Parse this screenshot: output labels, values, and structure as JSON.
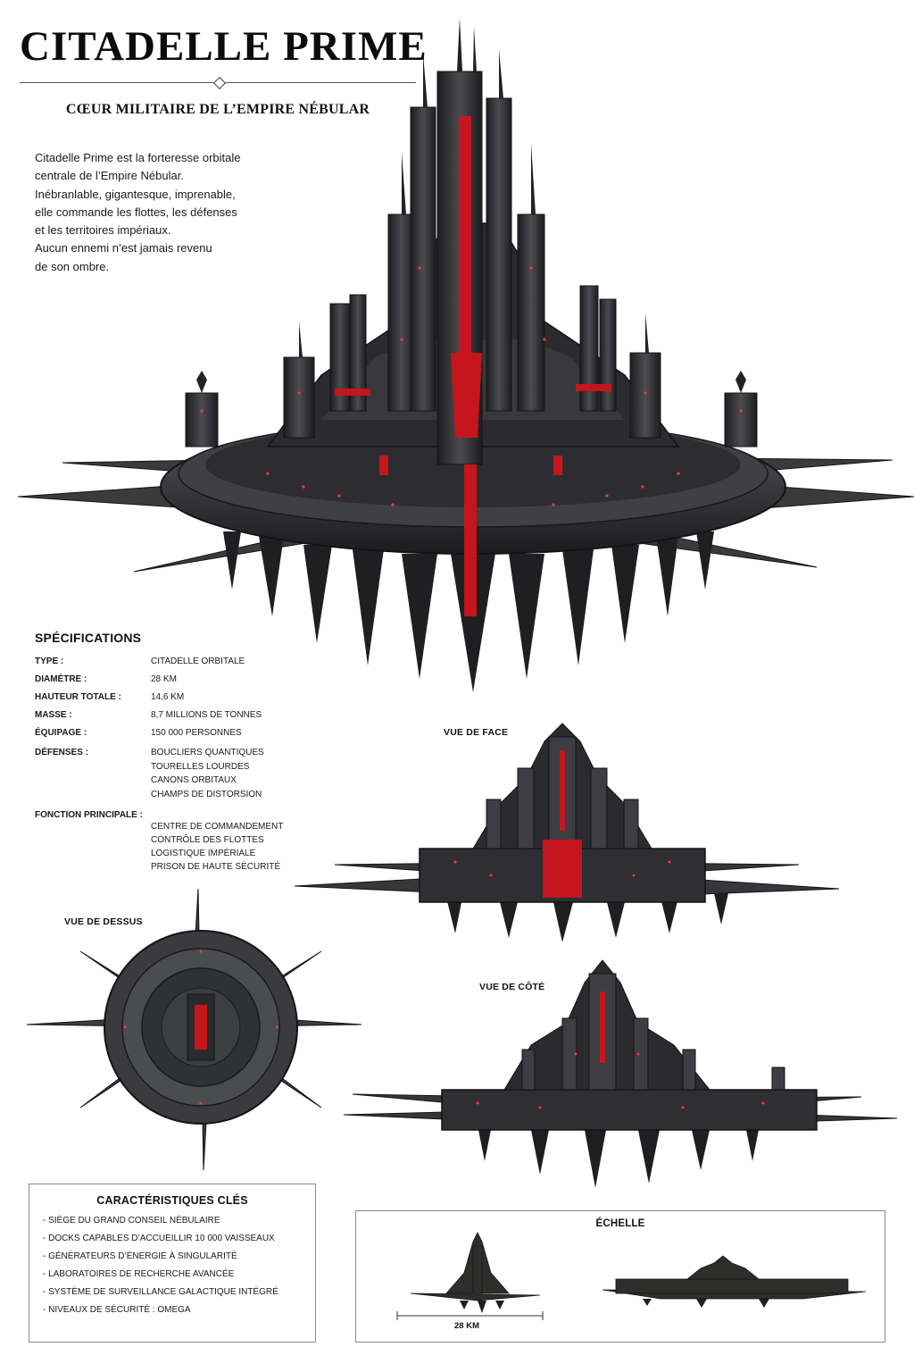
{
  "header": {
    "title": "CITADELLE PRIME",
    "subtitle": "CŒUR MILITAIRE DE L’EMPIRE NÉBULAR"
  },
  "intro": {
    "lines": [
      "Citadelle Prime est la forteresse orbitale",
      "centrale de l’Empire Nébular.",
      "Inébranlable, gigantesque, imprenable,",
      "elle commande les flottes, les défenses",
      "et les territoires impériaux.",
      "Aucun ennemi n’est jamais revenu",
      "de son ombre."
    ]
  },
  "specifications": {
    "title": "SPÉCIFICATIONS",
    "rows": [
      {
        "label": "TYPE :",
        "value": "CITADELLE ORBITALE"
      },
      {
        "label": "DIAMÈTRE :",
        "value": "28 KM"
      },
      {
        "label": "HAUTEUR TOTALE :",
        "value": "14,6 KM"
      },
      {
        "label": "MASSE :",
        "value": "8,7 MILLIONS DE TONNES"
      },
      {
        "label": "ÉQUIPAGE :",
        "value": "150 000 PERSONNES"
      }
    ],
    "defenses": {
      "label": "DÉFENSES :",
      "values": [
        "BOUCLIERS QUANTIQUES",
        "TOURELLES LOURDES",
        "CANONS ORBITAUX",
        "CHAMPS DE DISTORSION"
      ]
    },
    "function": {
      "label": "FONCTION PRINCIPALE :",
      "values": [
        "CENTRE DE COMMANDEMENT",
        "CONTRÔLE DES FLOTTES",
        "LOGISTIQUE IMPÉRIALE",
        "PRISON DE HAUTE SÉCURITÉ"
      ]
    }
  },
  "views": {
    "front": "VUE DE FACE",
    "top": "VUE DE DESSUS",
    "side": "VUE DE CÔTÉ"
  },
  "key_features": {
    "title": "CARACTÉRISTIQUES CLÉS",
    "items": [
      "- SIÈGE DU GRAND CONSEIL NÉBULAIRE",
      "- DOCKS CAPABLES D’ACCUEILLIR 10 000 VAISSEAUX",
      "- GÉNÉRATEURS D’ÉNERGIE À SINGULARITÉ",
      "- LABORATOIRES DE RECHERCHE AVANCÉE",
      "- SYSTÈME DE SURVEILLANCE GALACTIQUE INTÉGRÉ",
      "- NIVEAUX DE SÉCURITÉ : OMEGA"
    ]
  },
  "scale": {
    "title": "ÉCHELLE",
    "measure": "28 KM"
  },
  "colors": {
    "hull": "#2b2b2e",
    "hull_light": "#4a4a4f",
    "accent_red": "#c4161c",
    "background": "#ffffff"
  }
}
